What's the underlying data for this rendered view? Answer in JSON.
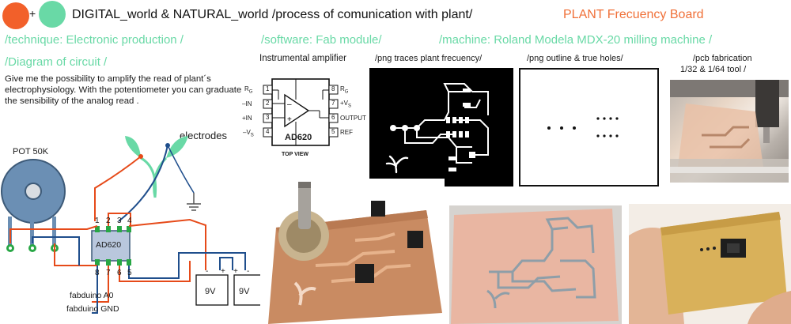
{
  "colors": {
    "orange": "#f2602a",
    "mint": "#69d9a6",
    "board": "#f07038",
    "trace_bg": "#000000",
    "copper": "#c98b62",
    "pcb_pink": "#e9b6a2"
  },
  "header": {
    "plus": "+",
    "title_main": "DIGITAL_world & NATURAL_world  /process of comunication with plant/",
    "title_board": "PLANT Frecuency Board"
  },
  "meta": {
    "technique": "/technique: Electronic production /",
    "software": "/software: Fab module/",
    "machine": "/machine: Roland Modela MDX-20 milling machine /",
    "diagram": "/Diagram of circuit /"
  },
  "description": "Give me the possibility to amplify the read of plant´s electrophysiology. With the potentiometer you can graduate the sensibility of the analog read .",
  "captions": {
    "amplifier": "Instrumental amplifier",
    "traces": "/png traces plant frecuency/",
    "outline": "/png outline & true holes/",
    "pcb_line1": "/pcb fabrication",
    "pcb_line2": "1/32 & 1/64 tool /"
  },
  "chip": {
    "name": "AD620",
    "top_view": "TOP VIEW",
    "left_pins": [
      {
        "num": "1",
        "label": "R",
        "sub": "G"
      },
      {
        "num": "2",
        "label": "–IN",
        "sub": ""
      },
      {
        "num": "3",
        "label": "+IN",
        "sub": ""
      },
      {
        "num": "4",
        "label": "–V",
        "sub": "S"
      }
    ],
    "right_pins": [
      {
        "num": "8",
        "label": "R",
        "sub": "G"
      },
      {
        "num": "7",
        "label": "+V",
        "sub": "S"
      },
      {
        "num": "6",
        "label": "OUTPUT",
        "sub": ""
      },
      {
        "num": "5",
        "label": "REF",
        "sub": ""
      }
    ]
  },
  "circuit": {
    "pot_label": "POT 50K",
    "electrodes_label": "electrodes",
    "chip_label": "AD620",
    "top_pins": [
      "1",
      "2",
      "3",
      "4"
    ],
    "bottom_pins": [
      "8",
      "7",
      "6",
      "5"
    ],
    "a0_label": "fabduino A0",
    "gnd_label": "fabduino GND",
    "battery_label": "9V",
    "battery_terminals": [
      "-",
      "+",
      "+",
      "-"
    ]
  }
}
